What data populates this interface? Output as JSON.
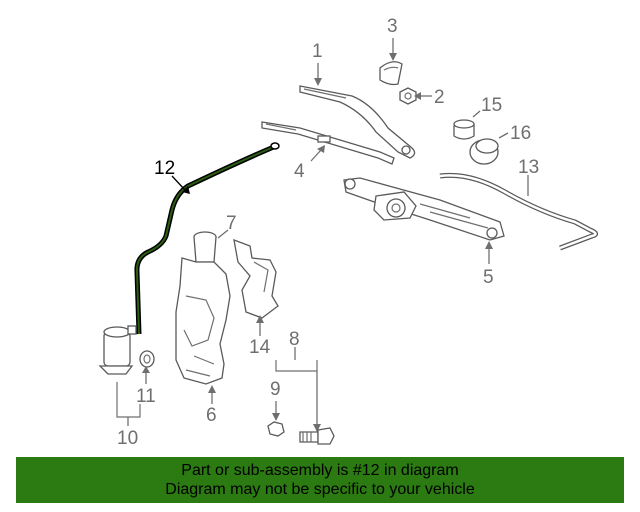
{
  "callouts": {
    "c1": "1",
    "c2": "2",
    "c3": "3",
    "c4": "4",
    "c5": "5",
    "c6": "6",
    "c7": "7",
    "c8": "8",
    "c9": "9",
    "c10": "10",
    "c11": "11",
    "c12": "12",
    "c13": "13",
    "c14": "14",
    "c15": "15",
    "c16": "16"
  },
  "highlighted_part": "12",
  "banner": {
    "line1": "Part or sub-assembly is #12 in diagram",
    "line2": "Diagram may not be specific to your vehicle",
    "color": "#2b7a12"
  },
  "colors": {
    "highlight": "#000000",
    "line": "#6f6f6f"
  }
}
